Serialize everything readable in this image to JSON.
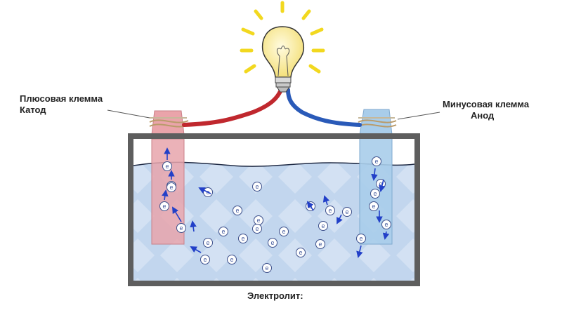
{
  "labels": {
    "cathode_line1": "Плюсовая клемма",
    "cathode_line2": "Катод",
    "anode_line1": "Минусовая клемма",
    "anode_line2": "Анод",
    "electrolyte": "Электролит:",
    "electron": "e"
  },
  "colors": {
    "cathode": "#e8a5ab",
    "anode": "#a9cdea",
    "electrolyte": "#c2d6ee",
    "container": "#5e5e5e",
    "wire_positive": "#c0282e",
    "wire_negative": "#2a5ab8",
    "arrow": "#2240c8",
    "bulb_rays": "#f2d81f"
  }
}
